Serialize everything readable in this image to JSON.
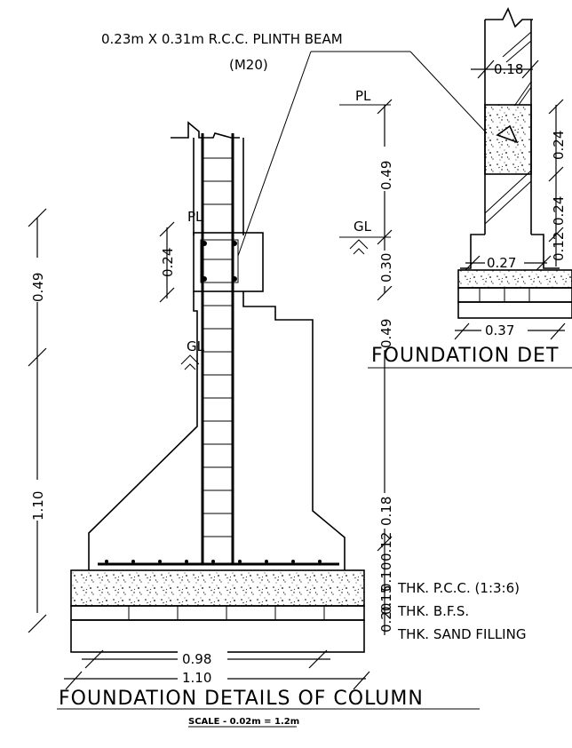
{
  "labels": {
    "plinth_beam": "0.23m X 0.31m R.C.C. PLINTH BEAM",
    "grade": "(M20)",
    "pl": "PL",
    "gl": "GL",
    "pcc": "THK. P.C.C. (1:3:6)",
    "bfs": "THK. B.F.S.",
    "sand": "THK. SAND FILLING",
    "title_column": "FOUNDATION DETAILS OF COLUMN",
    "title_wall": "FOUNDATION DET",
    "scale": "SCALE - 0.02m = 1.2m"
  },
  "dimensions": {
    "d049_left": "0.49",
    "d110_left": "1.10",
    "d024_col": "0.24",
    "d049_mid_top": "0.49",
    "d030": "0.30",
    "d049_mid": "0.49",
    "d018_mid": "0.18",
    "d012_mid": "0.12",
    "d010_mid": "0.10",
    "d015_mid": "0.15",
    "d020_mid": "0.20",
    "d098": "0.98",
    "d110_bottom": "1.10",
    "d018_top": "0.18",
    "d024_right_top": "0.24",
    "d024_right": "0.24",
    "d012_right": "0.12",
    "d027": "0.27",
    "d037": "0.37"
  }
}
